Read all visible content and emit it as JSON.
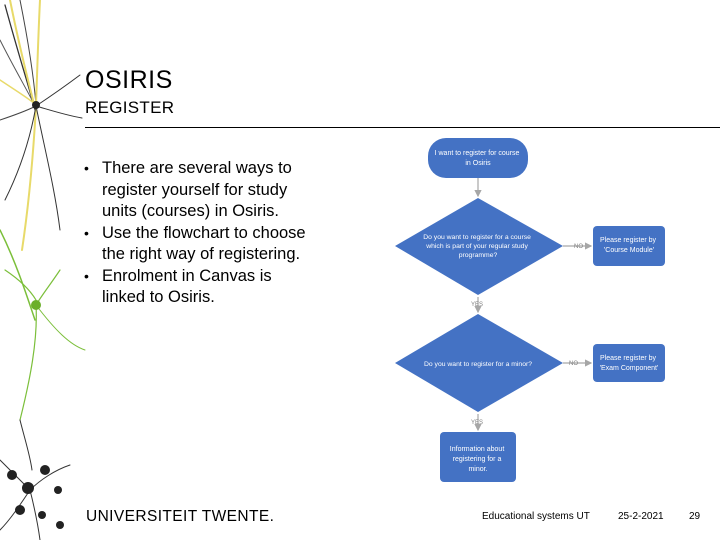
{
  "slide": {
    "title": "OSIRIS",
    "subtitle": "REGISTER",
    "bullets": [
      "There are several ways to register yourself for study units (courses) in Osiris.",
      "Use the flowchart to choose the right way of registering.",
      "Enrolment in Canvas is linked to Osiris."
    ]
  },
  "flowchart": {
    "start": [
      "I want to register for course",
      "in Osiris"
    ],
    "decision1": [
      "Do you want to register for a course",
      "which is part of your regular study",
      "programme?"
    ],
    "no1_label": "NO",
    "result1": [
      "Please register by",
      "'Course Module'"
    ],
    "yes1_label": "YES",
    "decision2": [
      "Do you want to register for a minor?"
    ],
    "no2_label": "NO",
    "result2": [
      "Please register by",
      "'Exam Component'"
    ],
    "yes2_label": "YES",
    "end": [
      "Information about",
      "registering for a",
      "minor."
    ]
  },
  "footer": {
    "logo": "UNIVERSITEIT TWENTE.",
    "org": "Educational systems UT",
    "date": "25-2-2021",
    "page": "29"
  },
  "colors": {
    "flow_blue": "#4472C4",
    "arrow_gray": "#A6A6A6",
    "deco_yellow": "#E8DA6A",
    "deco_green": "#7BBF3A"
  }
}
